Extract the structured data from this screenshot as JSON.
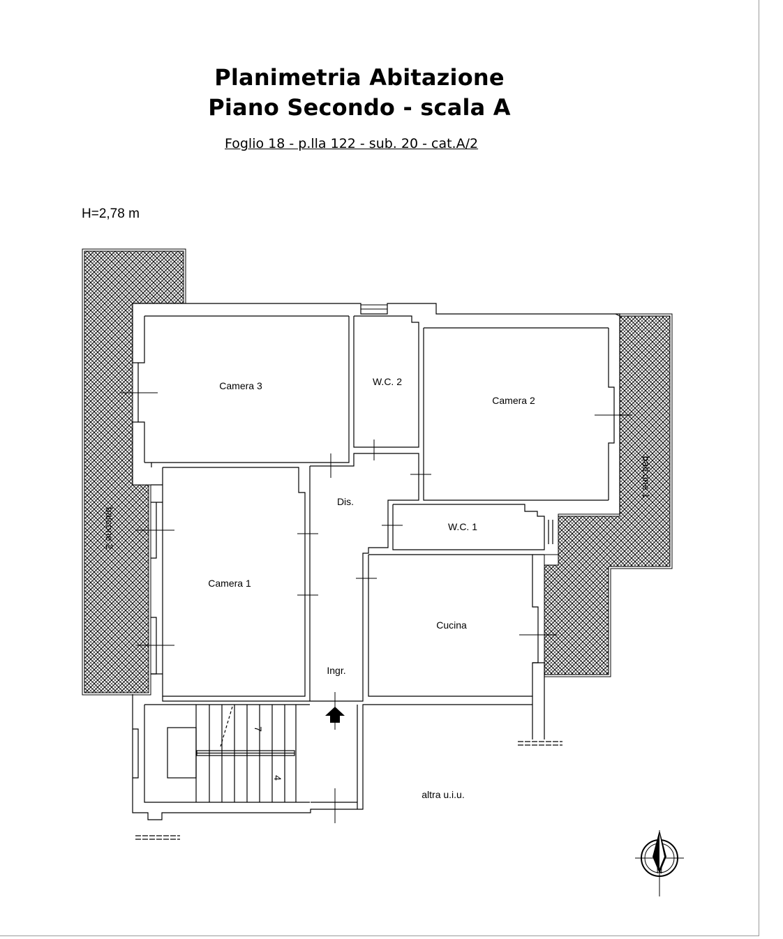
{
  "header": {
    "title_line1": "Planimetria Abitazione",
    "title_line2": "Piano Secondo - scala A",
    "cadastral": "Foglio 18 - p.lla 122 - sub. 20 - cat.A/2"
  },
  "height_note": "H=2,78 m",
  "rooms": {
    "camera3": "Camera 3",
    "wc2": "W.C. 2",
    "camera2": "Camera 2",
    "dis": "Dis.",
    "wc1": "W.C. 1",
    "camera1": "Camera 1",
    "cucina": "Cucina",
    "ingr": "Ingr.",
    "balcone1": "balcone 1",
    "balcone2": "balcone 2",
    "altra": "altra u.i.u."
  },
  "stairs": {
    "mark_top": "7",
    "mark_bottom": "4"
  },
  "compass": {
    "label": "N",
    "icon": "north-arrow-icon"
  },
  "colors": {
    "line": "#000000",
    "hatch": "#000000"
  }
}
